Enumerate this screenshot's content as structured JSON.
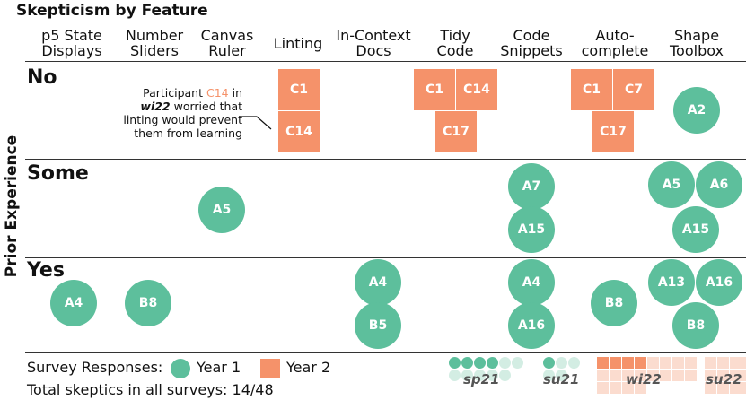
{
  "title": "Skepticism by Feature",
  "y_axis_label": "Prior Experience",
  "columns": [
    {
      "lines": [
        "p5 State",
        "Displays"
      ]
    },
    {
      "lines": [
        "Number",
        "Sliders"
      ]
    },
    {
      "lines": [
        "Canvas",
        "Ruler"
      ]
    },
    {
      "lines": [
        "Linting"
      ]
    },
    {
      "lines": [
        "In-Context",
        "Docs"
      ]
    },
    {
      "lines": [
        "Tidy",
        "Code"
      ]
    },
    {
      "lines": [
        "Code",
        "Snippets"
      ]
    },
    {
      "lines": [
        "Auto-",
        "complete"
      ]
    },
    {
      "lines": [
        "Shape",
        "Toolbox"
      ]
    }
  ],
  "rows": [
    {
      "label": "No"
    },
    {
      "label": "Some"
    },
    {
      "label": "Yes"
    }
  ],
  "participants": [
    {
      "id": "C1",
      "year": 2,
      "row": "No",
      "column": "Linting"
    },
    {
      "id": "C14",
      "year": 2,
      "row": "No",
      "column": "Linting"
    },
    {
      "id": "C1",
      "year": 2,
      "row": "No",
      "column": "Tidy Code"
    },
    {
      "id": "C14",
      "year": 2,
      "row": "No",
      "column": "Tidy Code"
    },
    {
      "id": "C17",
      "year": 2,
      "row": "No",
      "column": "Tidy Code"
    },
    {
      "id": "C1",
      "year": 2,
      "row": "No",
      "column": "Autocomplete"
    },
    {
      "id": "C7",
      "year": 2,
      "row": "No",
      "column": "Autocomplete"
    },
    {
      "id": "C17",
      "year": 2,
      "row": "No",
      "column": "Autocomplete"
    },
    {
      "id": "A2",
      "year": 1,
      "row": "No",
      "column": "Shape Toolbox"
    },
    {
      "id": "A5",
      "year": 1,
      "row": "Some",
      "column": "Canvas Ruler"
    },
    {
      "id": "A7",
      "year": 1,
      "row": "Some",
      "column": "Code Snippets"
    },
    {
      "id": "A15",
      "year": 1,
      "row": "Some",
      "column": "Code Snippets"
    },
    {
      "id": "A5",
      "year": 1,
      "row": "Some",
      "column": "Shape Toolbox"
    },
    {
      "id": "A6",
      "year": 1,
      "row": "Some",
      "column": "Shape Toolbox"
    },
    {
      "id": "A15",
      "year": 1,
      "row": "Some",
      "column": "Shape Toolbox"
    },
    {
      "id": "A4",
      "year": 1,
      "row": "Yes",
      "column": "p5 State Displays"
    },
    {
      "id": "B8",
      "year": 1,
      "row": "Yes",
      "column": "Number Sliders"
    },
    {
      "id": "A4",
      "year": 1,
      "row": "Yes",
      "column": "In-Context Docs"
    },
    {
      "id": "B5",
      "year": 1,
      "row": "Yes",
      "column": "In-Context Docs"
    },
    {
      "id": "A4",
      "year": 1,
      "row": "Yes",
      "column": "Code Snippets"
    },
    {
      "id": "A16",
      "year": 1,
      "row": "Yes",
      "column": "Code Snippets"
    },
    {
      "id": "B8",
      "year": 1,
      "row": "Yes",
      "column": "Autocomplete"
    },
    {
      "id": "A13",
      "year": 1,
      "row": "Yes",
      "column": "Shape Toolbox"
    },
    {
      "id": "A16",
      "year": 1,
      "row": "Yes",
      "column": "Shape Toolbox"
    },
    {
      "id": "B8",
      "year": 1,
      "row": "Yes",
      "column": "Shape Toolbox"
    }
  ],
  "annotation": {
    "pre": "Participant ",
    "code": "C14",
    "mid": " in ",
    "term": "wi22",
    "post": " worried that linting would prevent them from learning"
  },
  "legend": {
    "label": "Survey Responses:",
    "year1": "Year 1",
    "year2": "Year 2",
    "colors": {
      "year1": "#5dbf9c",
      "year2": "#f5926a"
    }
  },
  "total": "Total skeptics in all surveys: 14/48",
  "survey_terms": [
    {
      "name": "sp21",
      "skeptics": 4,
      "total": 11
    },
    {
      "name": "su21",
      "skeptics": 1,
      "total": 5
    },
    {
      "name": "wi22",
      "skeptics": 4,
      "total": 20
    },
    {
      "name": "su22",
      "skeptics": 0,
      "total": 12
    }
  ]
}
